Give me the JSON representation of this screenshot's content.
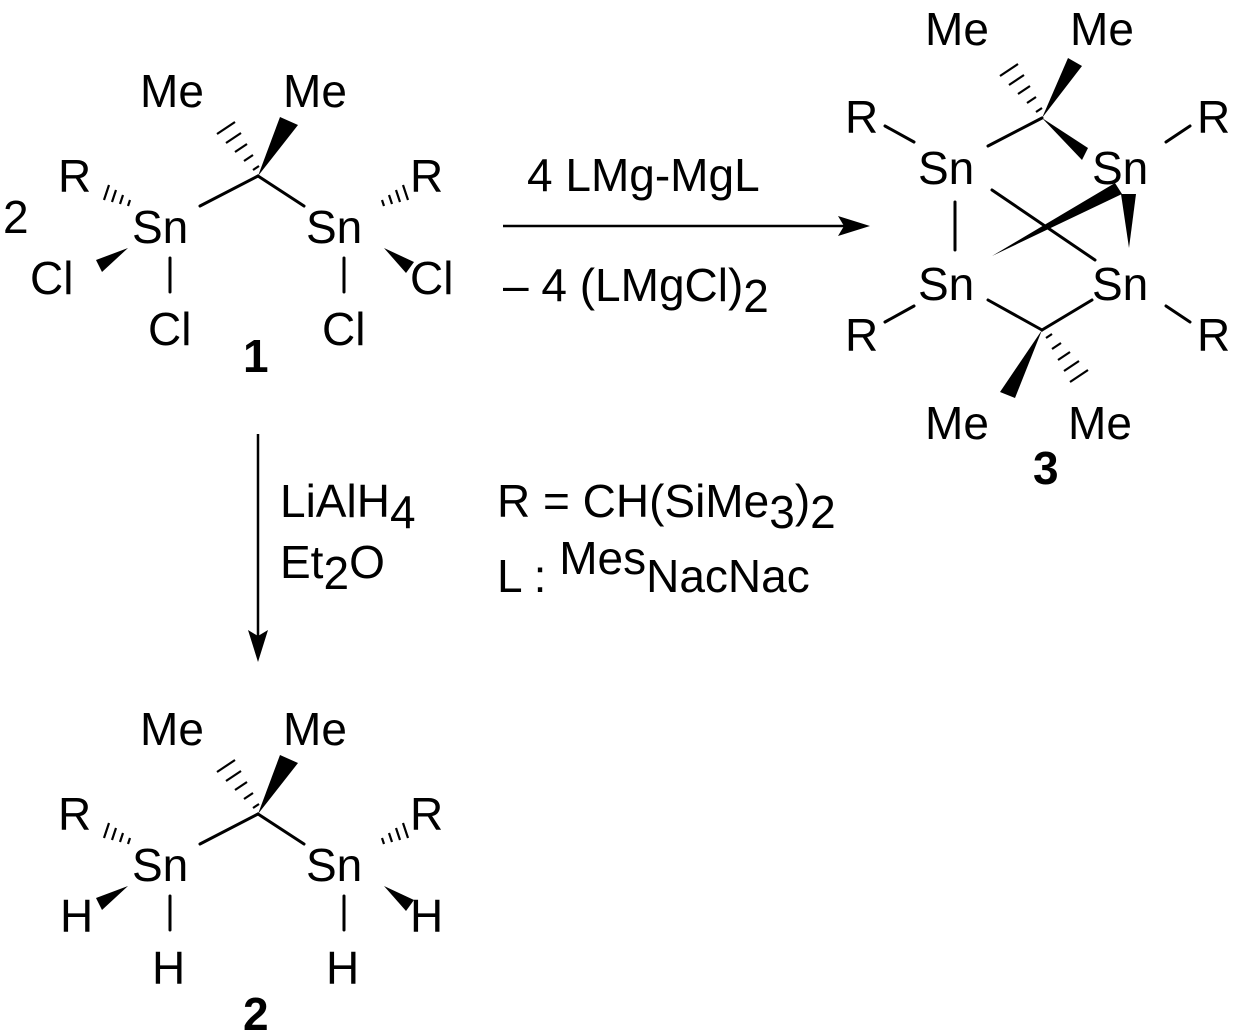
{
  "compound1": {
    "coefficient": "2",
    "me_left": "Me",
    "me_right": "Me",
    "r_left": "R",
    "r_right": "R",
    "sn_left": "Sn",
    "sn_right": "Sn",
    "cl_left_out": "Cl",
    "cl_left_down": "Cl",
    "cl_right_down": "Cl",
    "cl_right_out": "Cl",
    "number": "1"
  },
  "compound2": {
    "me_left": "Me",
    "me_right": "Me",
    "r_left": "R",
    "r_right": "R",
    "sn_left": "Sn",
    "sn_right": "Sn",
    "h_left_out": "H",
    "h_left_down": "H",
    "h_right_down": "H",
    "h_right_out": "H",
    "number": "2"
  },
  "compound3": {
    "me_top_left": "Me",
    "me_top_right": "Me",
    "me_bottom_left": "Me",
    "me_bottom_right": "Me",
    "r_top_left": "R",
    "r_top_right": "R",
    "r_bottom_left": "R",
    "r_bottom_right": "R",
    "sn_top_left": "Sn",
    "sn_top_right": "Sn",
    "sn_bottom_left": "Sn",
    "sn_bottom_right": "Sn",
    "number": "3"
  },
  "reaction_right": {
    "reagent": "4 LMg-MgL",
    "byproduct_main": "– 4 (LMgCl)",
    "byproduct_sub": "2"
  },
  "reaction_down": {
    "reagent_main": "LiAlH",
    "reagent_sub": "4",
    "solvent_a": "Et",
    "solvent_sub": "2",
    "solvent_b": "O"
  },
  "legend": {
    "r_def_main": "R = CH(SiMe",
    "r_def_sub1": "3",
    "r_def_mid": ")",
    "r_def_sub2": "2",
    "l_def_main": "L : ",
    "l_def_sup": "Mes",
    "l_def_end": "NacNac"
  }
}
